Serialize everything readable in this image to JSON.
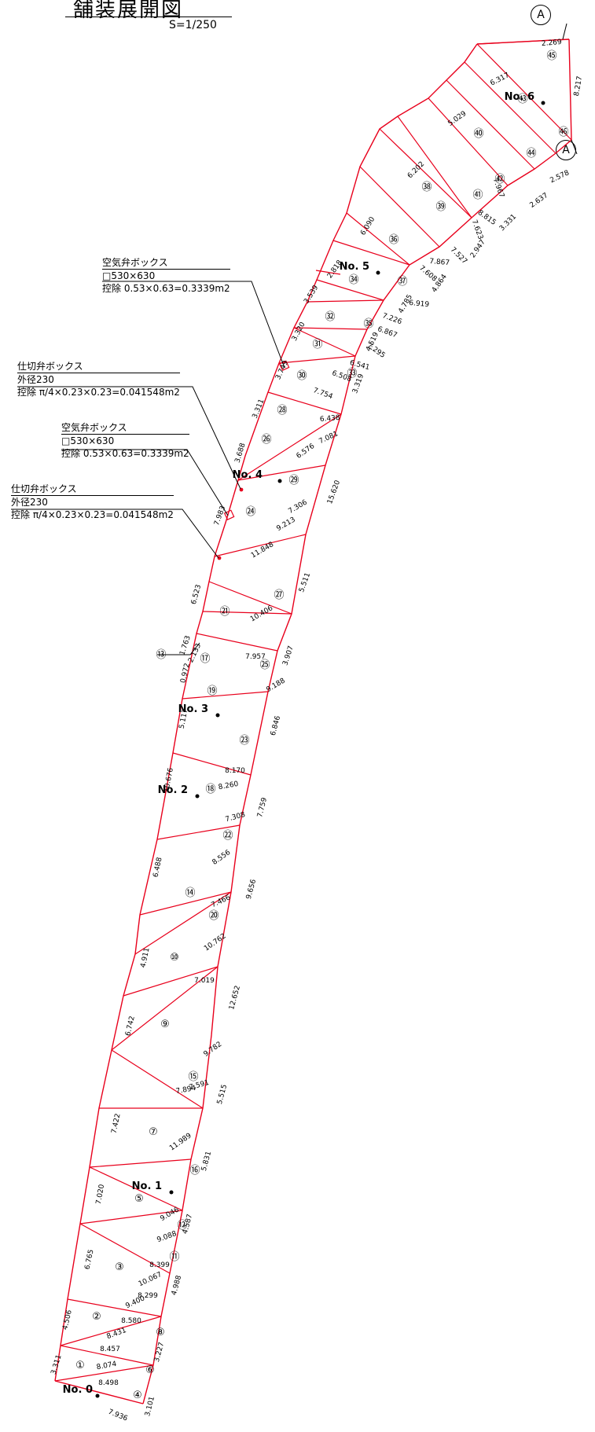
{
  "header": {
    "title": "舗装展開図",
    "scale": "S=1/250"
  },
  "section_mark": "A",
  "colors": {
    "line": "#e8001c",
    "ink": "#000000"
  },
  "notes": [
    {
      "lines": [
        "空気弁ボックス",
        "□530×630",
        "控除 0.53×0.63=0.3339m2"
      ]
    },
    {
      "lines": [
        "仕切弁ボックス",
        "外径230",
        "控除 π/4×0.23×0.23=0.041548m2"
      ]
    },
    {
      "lines": [
        "空気弁ボックス",
        "□530×630",
        "控除 0.53×0.63=0.3339m2"
      ]
    },
    {
      "lines": [
        "仕切弁ボックス",
        "外径230",
        "控除 π/4×0.23×0.23=0.041548m2"
      ]
    }
  ],
  "stations": [
    "No. 0",
    "No. 1",
    "No. 2",
    "No. 3",
    "No. 4",
    "No. 5",
    "No. 6"
  ],
  "triangle_numbers": [
    "①",
    "②",
    "③",
    "④",
    "⑤",
    "⑥",
    "⑦",
    "⑧",
    "⑨",
    "⑩",
    "⑪",
    "⑫",
    "⑬",
    "⑭",
    "⑮",
    "⑯",
    "⑰",
    "⑱",
    "⑲",
    "⑳",
    "㉑",
    "㉒",
    "㉓",
    "㉔",
    "㉕",
    "㉖",
    "㉗",
    "㉘",
    "㉙",
    "㉚",
    "㉛",
    "㉜",
    "㉝",
    "㉞",
    "㉟",
    "㊱",
    "㊲",
    "㊳",
    "㊴",
    "㊵",
    "㊶",
    "㊷",
    "㊸",
    "㊹",
    "㊺",
    "㊻"
  ],
  "dimensions": [
    "3.311",
    "4.506",
    "6.765",
    "7.020",
    "7.422",
    "6.742",
    "4.911",
    "6.488",
    "10.676",
    "5.117",
    "0.972",
    "1.763",
    "2.133",
    "6.523",
    "7.983",
    "3.688",
    "3.311",
    "3.749",
    "3.320",
    "3.539",
    "2.818",
    "6.090",
    "6.202",
    "5.029",
    "6.317",
    "2.269",
    "7.936",
    "3.101",
    "3.227",
    "4.988",
    "4.587",
    "5.831",
    "5.515",
    "12.652",
    "9.656",
    "7.759",
    "6.846",
    "3.907",
    "5.511",
    "15.620",
    "3.319",
    "4.519",
    "4.785",
    "4.864",
    "2.947",
    "3.331",
    "2.637",
    "2.578",
    "8.217",
    "8.498",
    "8.074",
    "8.457",
    "8.431",
    "8.580",
    "9.400",
    "8.299",
    "10.067",
    "8.399",
    "9.088",
    "9.046",
    "11.989",
    "7.894",
    "7.591",
    "9.782",
    "7.019",
    "10.762",
    "7.466",
    "8.556",
    "7.308",
    "8.260",
    "8.170",
    "9.188",
    "7.957",
    "10.406",
    "11.848",
    "9.213",
    "7.306",
    "6.576",
    "7.081",
    "6.438",
    "7.754",
    "6.508",
    "6.541",
    "7.295",
    "6.867",
    "7.226",
    "6.919",
    "7.608",
    "7.867",
    "7.527",
    "7.623",
    "8.815",
    "7.967"
  ]
}
